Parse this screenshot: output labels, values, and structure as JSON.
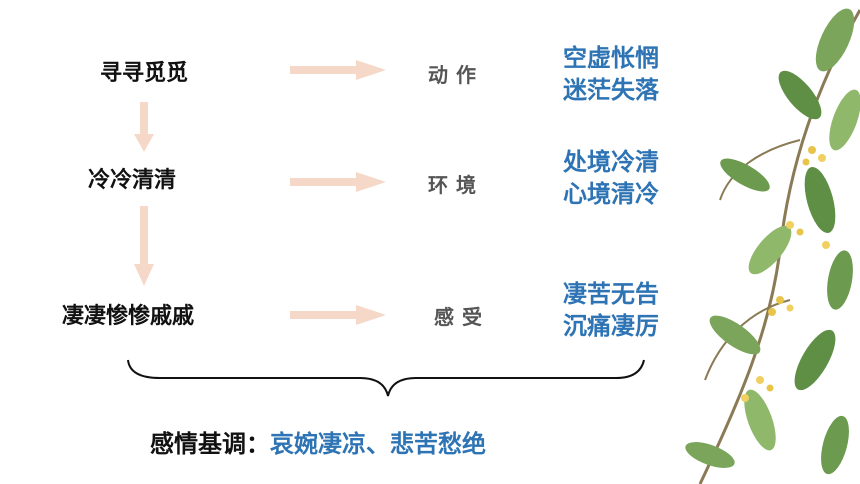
{
  "rows": [
    {
      "term": "寻寻觅觅",
      "category": "动作",
      "emotion": [
        "空虚怅惘",
        "迷茫失落"
      ]
    },
    {
      "term": "冷冷清清",
      "category": "环境",
      "emotion": [
        "处境冷清",
        "心境清冷"
      ]
    },
    {
      "term": "凄凄惨惨戚戚",
      "category": "感受",
      "emotion": [
        "凄苦无告",
        "沉痛凄厉"
      ]
    }
  ],
  "summary": {
    "label": "感情基调：",
    "value": "哀婉凄凉、悲苦愁绝"
  },
  "colors": {
    "accent_blue": "#2e74b5",
    "arrow": "#f6d8c8",
    "text": "#111111"
  },
  "decoration": "osmanthus-branch"
}
